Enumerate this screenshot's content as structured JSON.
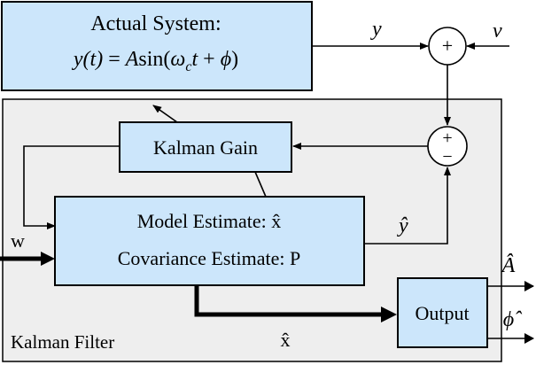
{
  "actual_system": {
    "title": "Actual System:",
    "eq_lhs": "y(t)",
    "eq_eq": "=",
    "eq_A": "A",
    "eq_sin": "sin(",
    "eq_omega": "ω",
    "eq_c": "c",
    "eq_t": "t",
    "eq_plus": "+",
    "eq_phi": "ϕ",
    "eq_close": ")"
  },
  "signals": {
    "y": "y",
    "v": "v",
    "w": "w",
    "y_hat": "ŷ",
    "x_hat": "x̂",
    "A_hat": "Â",
    "phi_hat": "ϕ̂"
  },
  "summing_junctions": {
    "top_sign": "+",
    "lower_plus": "+",
    "lower_minus": "−"
  },
  "kalman_filter": {
    "label": "Kalman Filter",
    "gain_label": "Kalman Gain",
    "model_estimate": "Model Estimate: x̂",
    "covariance_estimate": "Covariance Estimate: P",
    "output_label": "Output"
  },
  "colors": {
    "block_fill": "#cce6fb",
    "filter_region": "#eeeeee",
    "line": "#000000"
  }
}
